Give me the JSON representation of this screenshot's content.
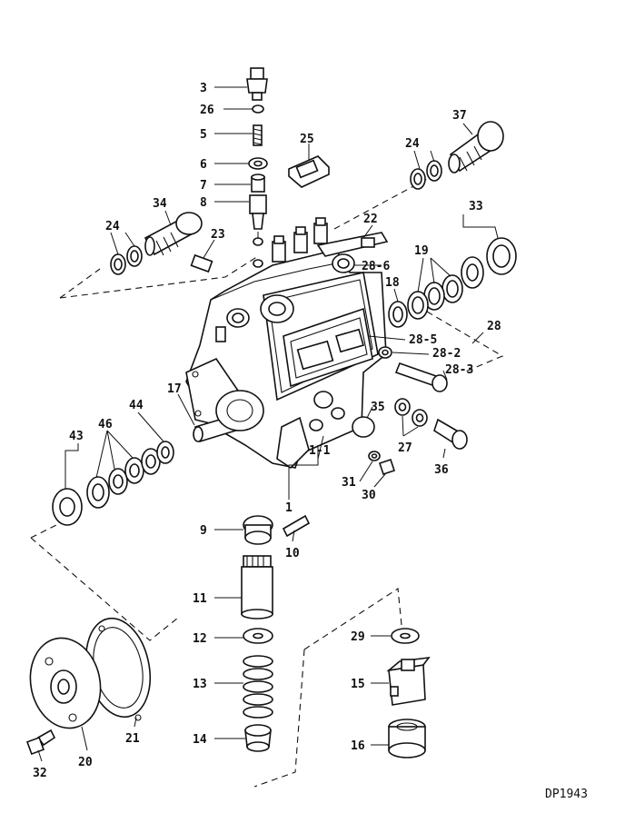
{
  "drawing_code": "DP1943",
  "callouts": {
    "c1": "1",
    "c1_1": "1-1",
    "c3": "3",
    "c5": "5",
    "c6": "6",
    "c7": "7",
    "c8": "8",
    "c9": "9",
    "c10": "10",
    "c11": "11",
    "c12": "12",
    "c13": "13",
    "c14": "14",
    "c15": "15",
    "c16": "16",
    "c17": "17",
    "c18": "18",
    "c19": "19",
    "c20": "20",
    "c21": "21",
    "c22": "22",
    "c23": "23",
    "c24a": "24",
    "c24b": "24",
    "c25": "25",
    "c26": "26",
    "c27": "27",
    "c28": "28",
    "c28_2": "28-2",
    "c28_3": "28-3",
    "c28_5": "28-5",
    "c28_6": "28-6",
    "c29": "29",
    "c30": "30",
    "c31": "31",
    "c32": "32",
    "c33": "33",
    "c34": "34",
    "c35": "35",
    "c36": "36",
    "c37": "37",
    "c43": "43",
    "c44": "44",
    "c46": "46"
  }
}
